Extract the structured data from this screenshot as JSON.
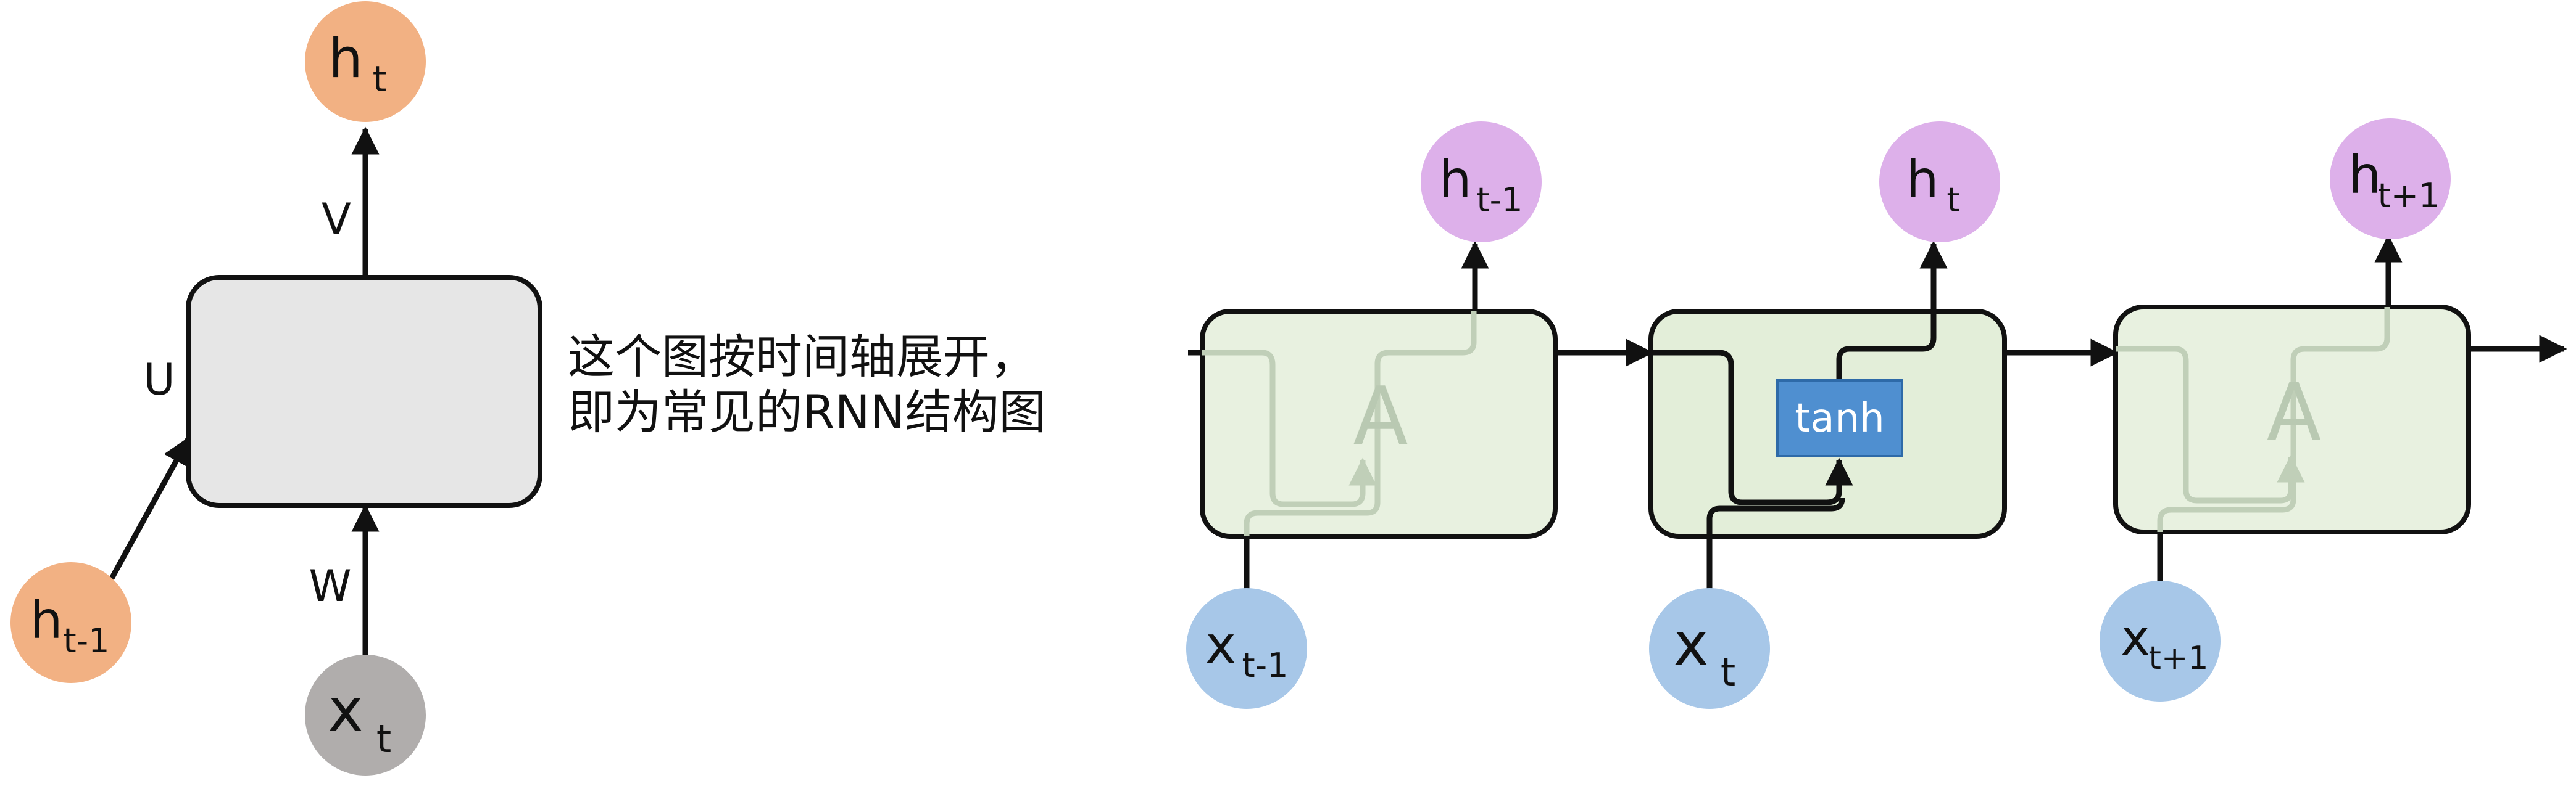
{
  "colors": {
    "folded_output_node": "#f2b183",
    "folded_input_node": "#b0adac",
    "folded_cell": "#e6e6e6",
    "unrolled_output_node": "#ddb0ea",
    "unrolled_input_node": "#a7c7e8",
    "unrolled_cell": "#e3eed9",
    "unrolled_cell_faded": "#e8f1e0",
    "tanh_box": "#4f8fd0",
    "ghost_path": "#c0cfb8",
    "line": "#111111"
  },
  "folded": {
    "output_node": {
      "base": "h",
      "sub": "t"
    },
    "input_node": {
      "base": "x",
      "sub": "t"
    },
    "prev_hidden_node": {
      "base": "h",
      "sub": "t-1"
    },
    "weight_V": "V",
    "weight_U": "U",
    "weight_W": "W"
  },
  "caption": {
    "line1": "这个图按时间轴展开，",
    "line2": "即为常见的RNN结构图"
  },
  "unrolled": {
    "cells": [
      {
        "ghost_label": "A",
        "output": {
          "base": "h",
          "sub": "t-1"
        },
        "input": {
          "base": "x",
          "sub": "t-1"
        }
      },
      {
        "ghost_label": "",
        "output": {
          "base": "h",
          "sub": "t"
        },
        "input": {
          "base": "x",
          "sub": "t"
        },
        "activation": "tanh"
      },
      {
        "ghost_label": "A",
        "output": {
          "base": "h",
          "sub": "t+1"
        },
        "input": {
          "base": "x",
          "sub": "t+1"
        }
      }
    ]
  }
}
